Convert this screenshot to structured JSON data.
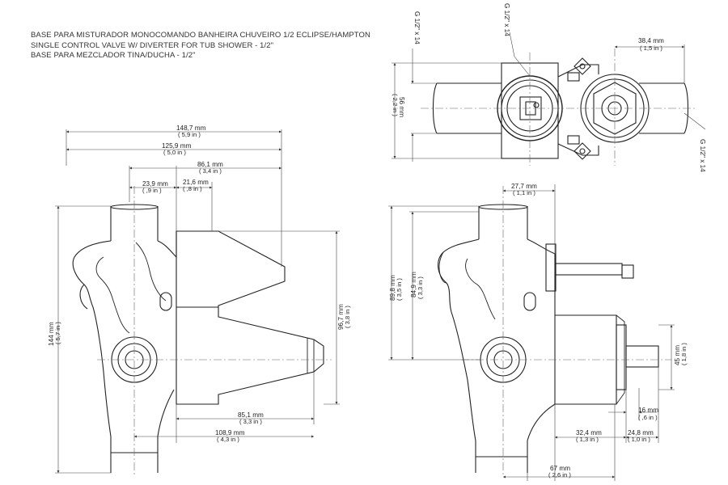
{
  "title": {
    "line1": "BASE PARA MISTURADOR MONOCOMANDO BANHEIRA CHUVEIRO 1/2 ECLIPSE/HAMPTON",
    "line2": "SINGLE CONTROL VALVE W/ DIVERTER FOR TUB SHOWER - 1/2\"",
    "line3": "BASE PARA MEZCLADOR TINA/DUCHA - 1/2\""
  },
  "front_view": {
    "dims": {
      "overall_w_mm": "148,7 mm",
      "overall_w_in": "( 5,9 in )",
      "w125_mm": "125,9 mm",
      "w125_in": "( 5,0 in )",
      "w86_mm": "86,1 mm",
      "w86_in": "( 3,4 in )",
      "w23_mm": "23,9 mm",
      "w23_in": "( ,9 in )",
      "w21_mm": "21,6 mm",
      "w21_in": "( ,8 in )",
      "h144_mm": "144 mm",
      "h144_in": "( 5,7 in )",
      "h96_mm": "96,7 mm",
      "h96_in": "( 3,8 in )",
      "b85_mm": "85,1 mm",
      "b85_in": "( 3,3 in )",
      "b108_mm": "108,9 mm",
      "b108_in": "( 4,3 in )"
    }
  },
  "top_view": {
    "dims": {
      "g_left": "G 1/2\" x 14",
      "g_top": "G 1/2\" x 14",
      "g_right": "G 1/2\" x 14",
      "w38_mm": "38,4 mm",
      "w38_in": "( 1,5 in )",
      "h56_mm": "56 mm",
      "h56_in": "( 2,2 in )"
    }
  },
  "side_view": {
    "dims": {
      "w27_mm": "27,7 mm",
      "w27_in": "( 1,1 in )",
      "h89_mm": "89,8 mm",
      "h89_in": "( 3,5 in )",
      "h84_mm": "84,9 mm",
      "h84_in": "( 3,3 in )",
      "h45_mm": "45 mm",
      "h45_in": "( 1,8 in )",
      "w16_mm": "16 mm",
      "w16_in": "( ,6 in )",
      "w32_mm": "32,4 mm",
      "w32_in": "( 1,3 in )",
      "w24_mm": "24,8 mm",
      "w24_in": "( 1,0 in )",
      "w67_mm": "67 mm",
      "w67_in": "( 2,6 in )"
    }
  }
}
